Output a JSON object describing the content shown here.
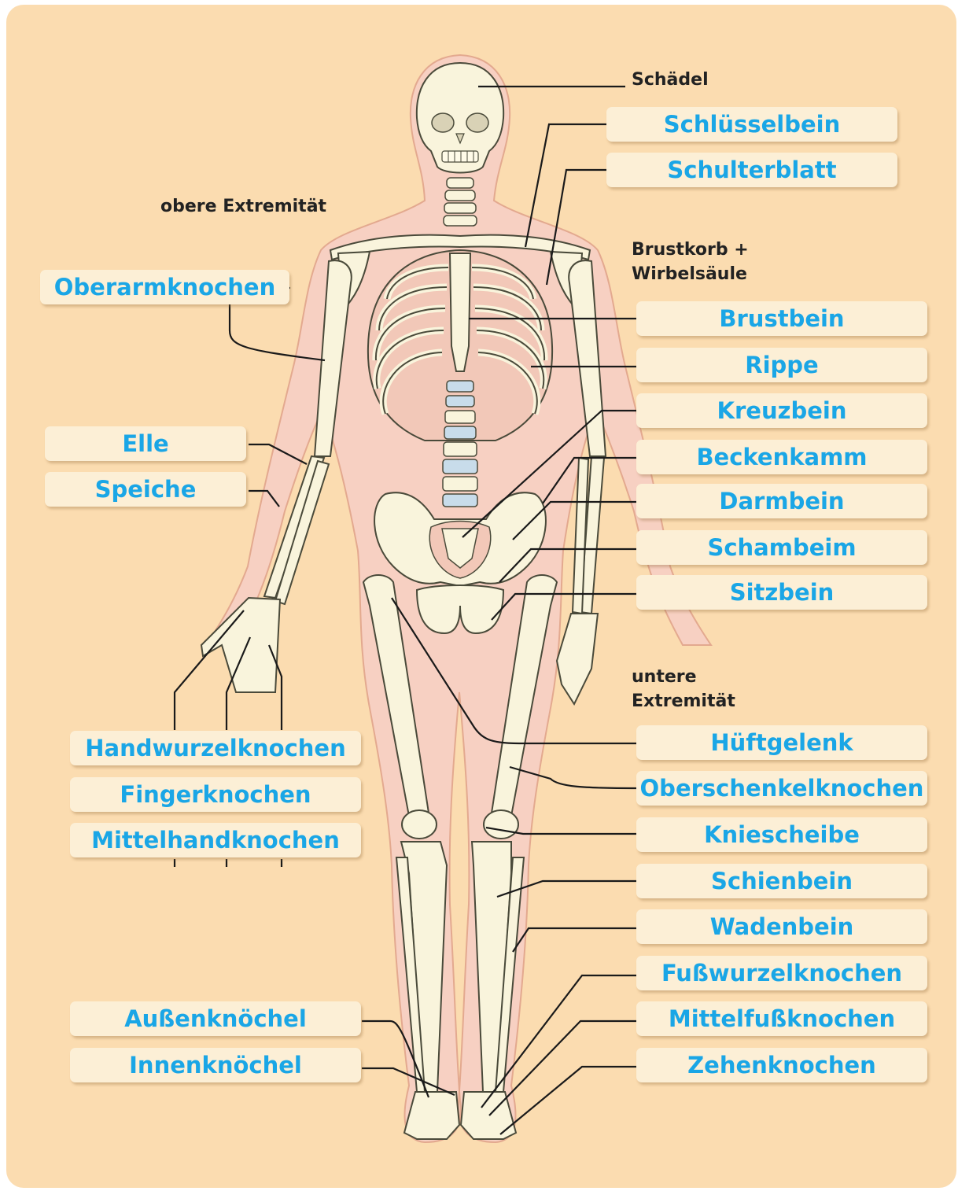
{
  "section_labels": {
    "skull": "Schädel",
    "upper": "obere Extremität",
    "thorax_line1": "Brustkorb +",
    "thorax_line2": "Wirbelsäule",
    "lower_line1": "untere",
    "lower_line2": "Extremität"
  },
  "labels": {
    "schluesselbein": "Schlüsselbein",
    "schulterblatt": "Schulterblatt",
    "oberarmknochen": "Oberarmknochen",
    "brustbein": "Brustbein",
    "rippe": "Rippe",
    "kreuzbein": "Kreuzbein",
    "beckenkamm": "Beckenkamm",
    "darmbein": "Darmbein",
    "schambeim": "Schambeim",
    "sitzbein": "Sitzbein",
    "elle": "Elle",
    "speiche": "Speiche",
    "handwurzelknochen": "Handwurzelknochen",
    "fingerknochen": "Fingerknochen",
    "mittelhandknochen": "Mittelhandknochen",
    "hueftgelenk": "Hüftgelenk",
    "oberschenkelknochen": "Oberschenkelknochen",
    "kniescheibe": "Kniescheibe",
    "schienbein": "Schienbein",
    "wadenbein": "Wadenbein",
    "fusswurzelknochen": "Fußwurzelknochen",
    "mittelfussknochen": "Mittelfußknochen",
    "zehenknochen": "Zehenknochen",
    "aussenknoechel": "Außenknöchel",
    "innenknoechel": "Innenknöchel"
  },
  "colors": {
    "background": "#fbdcb0",
    "label_box": "#fcefd6",
    "label_text": "#1aa6e6",
    "body_outline": "#f7d0c2",
    "bone": "#f9f4dc",
    "bone_stroke": "#4a4a3a",
    "spine_disc": "#c8dcea",
    "leader_line": "#1a1a1a"
  }
}
